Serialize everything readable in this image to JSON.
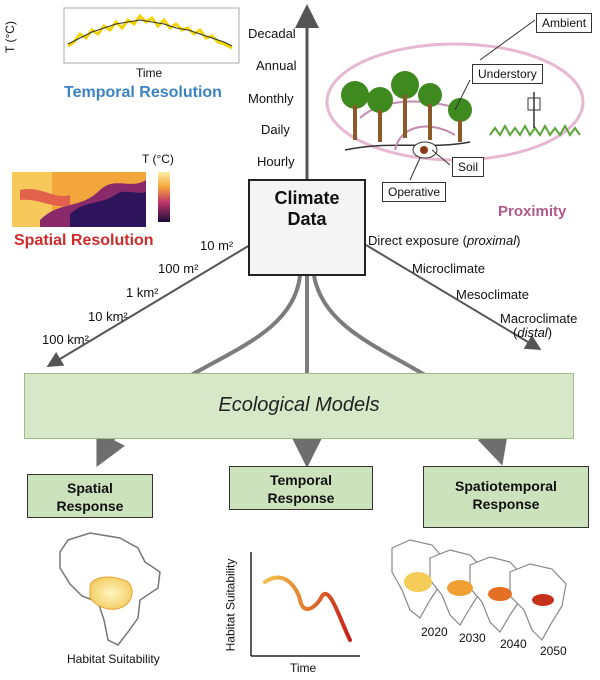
{
  "temporal": {
    "title": "Temporal Resolution",
    "ylabel": "T (°C)",
    "xlabel": "Time",
    "scale": [
      "Decadal",
      "Annual",
      "Monthly",
      "Daily",
      "Hourly"
    ]
  },
  "spatial": {
    "title": "Spatial Resolution",
    "colorbar_label": "T (°C)",
    "scale": [
      "10 m²",
      "100 m²",
      "1 km²",
      "10 km²",
      "100 km²"
    ]
  },
  "proximity": {
    "title": "Proximity",
    "scale": [
      "Direct exposure (proximal)",
      "Microclimate",
      "Mesoclimate",
      "Macroclimate",
      "(distal)"
    ],
    "callouts": [
      "Ambient",
      "Understory",
      "Soil",
      "Operative"
    ]
  },
  "climate": {
    "title_line1": "Climate",
    "title_line2": "Data"
  },
  "ecological_models": "Ecological Models",
  "responses": [
    {
      "line1": "Spatial",
      "line2": "Response"
    },
    {
      "line1": "Temporal",
      "line2": "Response"
    },
    {
      "line1": "Spatiotemporal",
      "line2": "Response"
    }
  ],
  "spatial_response_caption": "Habitat Suitability",
  "temporal_response": {
    "ylabel": "Habitat Suitability",
    "xlabel": "Time"
  },
  "years": [
    "2020",
    "2030",
    "2040",
    "2050"
  ],
  "colors": {
    "band": "#d6e8c8",
    "response": "#cce2bd",
    "temporal": "#3b82c4",
    "spatial": "#d12a2a",
    "proximity": "#b05a8a"
  }
}
